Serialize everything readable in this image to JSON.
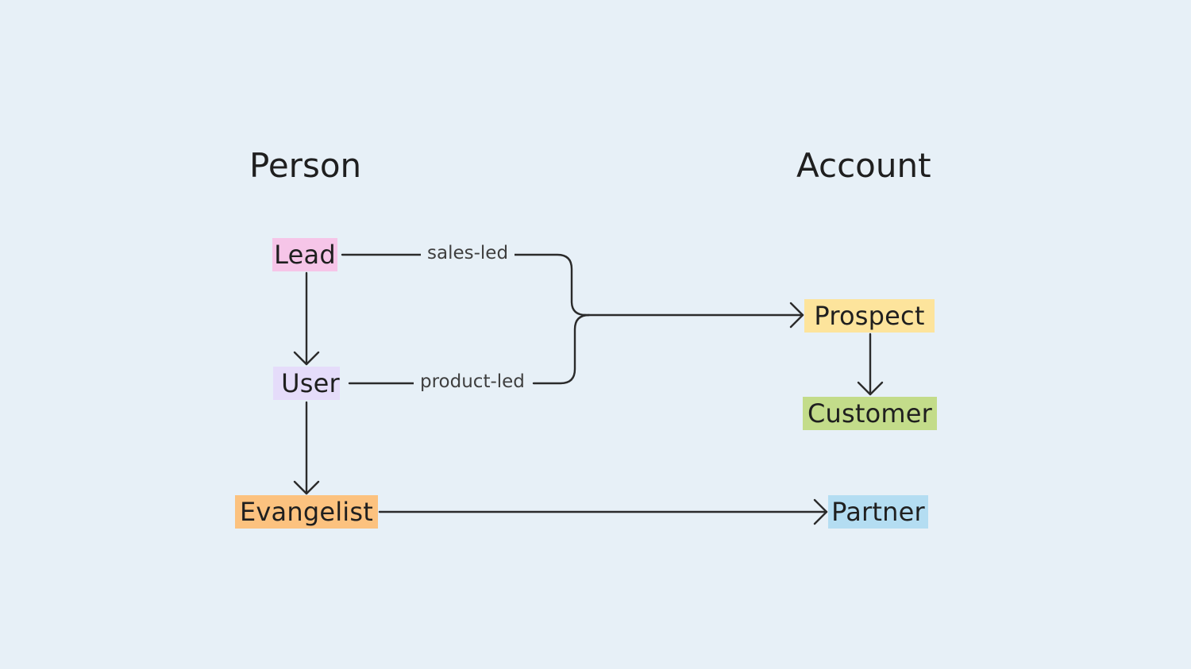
{
  "columns": {
    "person": "Person",
    "account": "Account"
  },
  "nodes": {
    "lead": {
      "label": "Lead",
      "color": "#f6c5e8"
    },
    "user": {
      "label": "User",
      "color": "#e5dcfa"
    },
    "evangelist": {
      "label": "Evangelist",
      "color": "#fcc27f"
    },
    "prospect": {
      "label": "Prospect",
      "color": "#fde49c"
    },
    "customer": {
      "label": "Customer",
      "color": "#c3dc8a"
    },
    "partner": {
      "label": "Partner",
      "color": "#b4ddf2"
    }
  },
  "edges": {
    "sales_led": "sales-led",
    "product_led": "product-led"
  },
  "colors": {
    "background": "#e7f0f7",
    "line": "#2b2b2b",
    "text": "#1f1f1f"
  }
}
